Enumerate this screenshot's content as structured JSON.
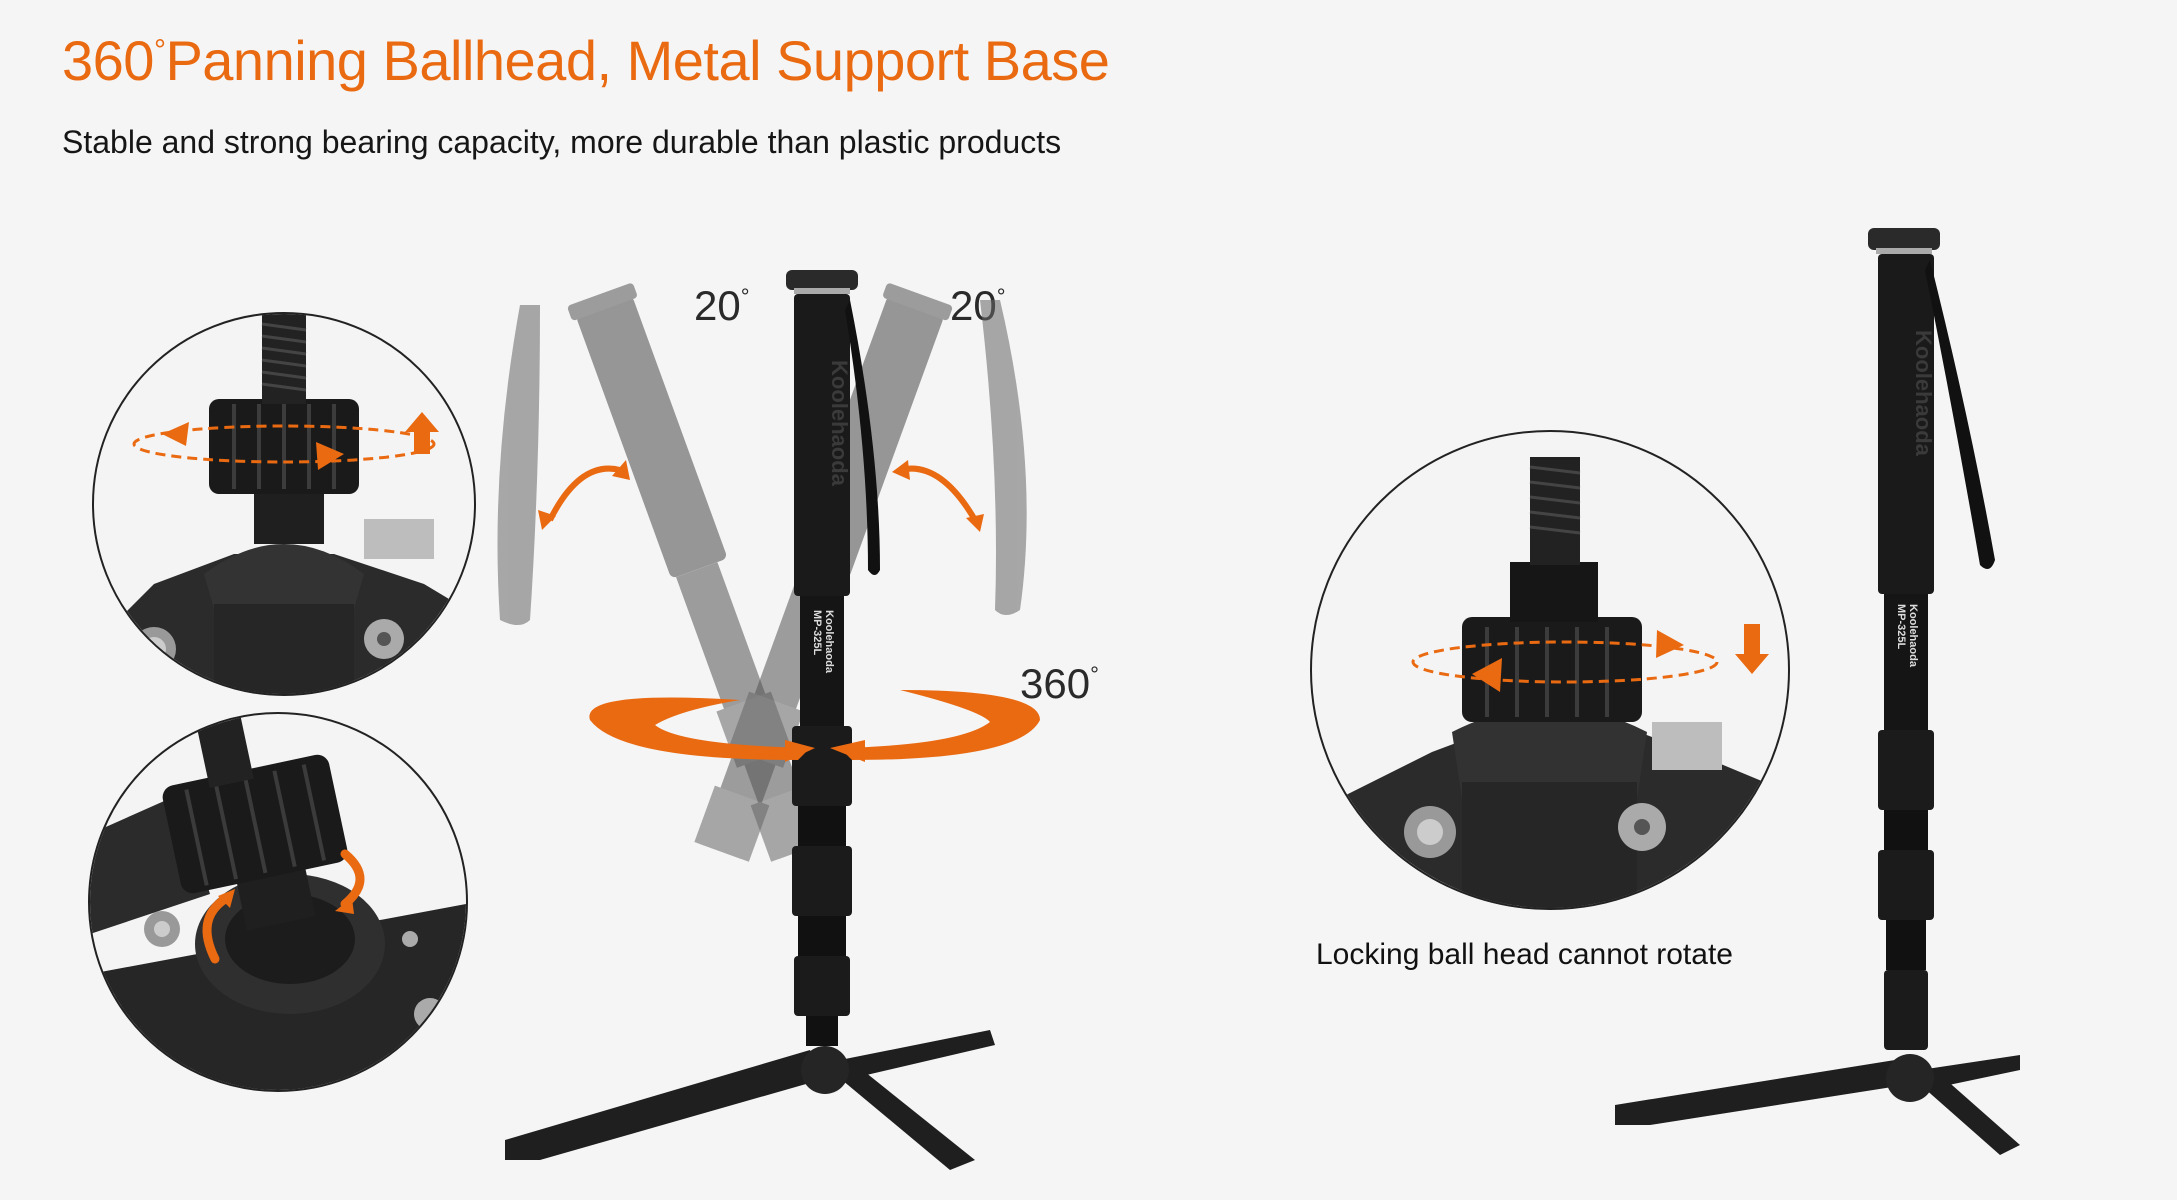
{
  "header": {
    "title_prefix": "360",
    "title_degree": "°",
    "title_rest": "Panning Ballhead, Metal Support Base",
    "subtitle": "Stable and strong bearing capacity, more durable than plastic products"
  },
  "center_figure": {
    "tilt_left_label": "20",
    "tilt_right_label": "20",
    "rotation_label": "360",
    "degree_symbol": "°",
    "brand_on_grip": "Koolehaoda",
    "brand_on_strap": "Koolehaoda",
    "tube_brand": "Koolehaoda",
    "tube_model": "MP-325L"
  },
  "right_figure": {
    "caption": "Locking ball head cannot rotate",
    "brand_on_grip": "Koolehaoda",
    "tube_brand": "Koolehaoda",
    "tube_model": "MP-325L"
  },
  "insets": [
    {
      "id": "top-left",
      "desc": "ball head knob loosen",
      "arrow": "up"
    },
    {
      "id": "bottom-left",
      "desc": "ball head tilt",
      "arrow": "curved"
    },
    {
      "id": "right",
      "desc": "ball head knob lock",
      "arrow": "down"
    }
  ],
  "colors": {
    "accent": "#ea6a12",
    "background": "#f5f5f5",
    "text": "#161616",
    "metal": "#1c1c1c"
  }
}
